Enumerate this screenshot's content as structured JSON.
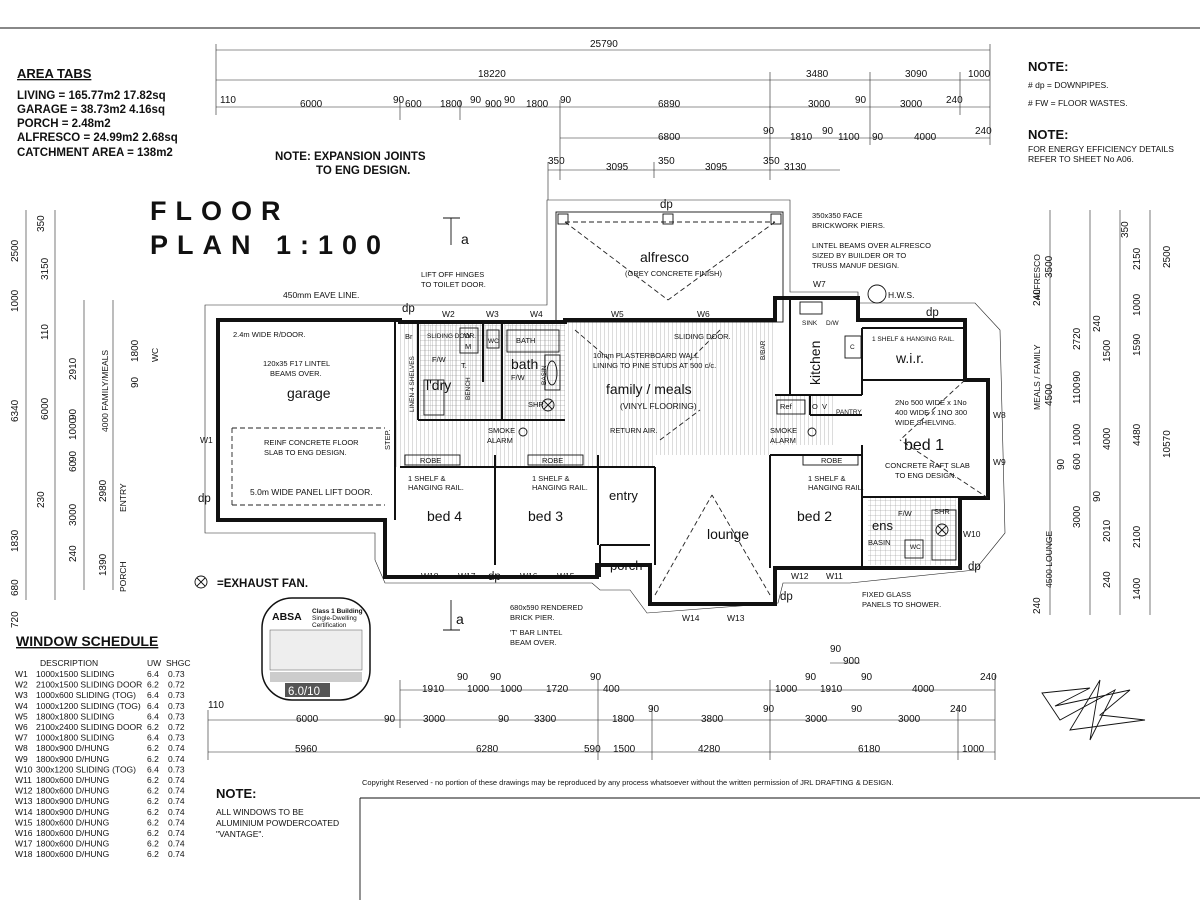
{
  "title": {
    "line1": "FLOOR",
    "line2": "PLAN 1:100"
  },
  "area_tabs": {
    "heading": "AREA TABS",
    "rows": [
      "LIVING = 165.77m2  17.82sq",
      "GARAGE = 38.73m2  4.16sq",
      "PORCH = 2.48m2",
      "ALFRESCO = 24.99m2  2.68sq",
      "CATCHMENT AREA = 138m2"
    ]
  },
  "notes": {
    "expansion": [
      "NOTE: EXPANSION JOINTS",
      "TO ENG DESIGN."
    ],
    "top_right_heading": "NOTE:",
    "downpipes": "# dp = DOWNPIPES.",
    "floor_wastes": "# FW = FLOOR WASTES.",
    "energy_heading": "NOTE:",
    "energy": [
      "FOR ENERGY EFFICIENCY DETAILS",
      "REFER TO SHEET No A06."
    ],
    "windows_heading": "NOTE:",
    "windows": [
      "ALL WINDOWS TO BE",
      "ALUMINIUM POWDERCOATED",
      "\"VANTAGE\"."
    ],
    "copyright": "Copyright Reserved - no portion of these drawings may be reproduced by any process whatsoever without the written permission of JRL  DRAFTING & DESIGN."
  },
  "legend": {
    "exhaust_fan": "=EXHAUST FAN."
  },
  "window_schedule": {
    "heading": "WINDOW SCHEDULE",
    "headers": [
      "DESCRIPTION",
      "UW",
      "SHGC"
    ],
    "rows": [
      [
        "W1",
        "1000x1500 SLIDING",
        "6.4",
        "0.73"
      ],
      [
        "W2",
        "2100x1500 SLIDING DOOR",
        "6.2",
        "0.72"
      ],
      [
        "W3",
        "1000x600  SLIDING (TOG)",
        "6.4",
        "0.73"
      ],
      [
        "W4",
        "1000x1200 SLIDING (TOG)",
        "6.4",
        "0.73"
      ],
      [
        "W5",
        "1800x1800 SLIDING",
        "6.4",
        "0.73"
      ],
      [
        "W6",
        "2100x2400 SLIDING DOOR",
        "6.2",
        "0.72"
      ],
      [
        "W7",
        "1000x1800 SLIDING",
        "6.4",
        "0.73"
      ],
      [
        "W8",
        "1800x900  D/HUNG",
        "6.2",
        "0.74"
      ],
      [
        "W9",
        "1800x900  D/HUNG",
        "6.2",
        "0.74"
      ],
      [
        "W10",
        "300x1200  SLIDING (TOG)",
        "6.4",
        "0.73"
      ],
      [
        "W11",
        "1800x600  D/HUNG",
        "6.2",
        "0.74"
      ],
      [
        "W12",
        "1800x600  D/HUNG",
        "6.2",
        "0.74"
      ],
      [
        "W13",
        "1800x900  D/HUNG",
        "6.2",
        "0.74"
      ],
      [
        "W14",
        "1800x900  D/HUNG",
        "6.2",
        "0.74"
      ],
      [
        "W15",
        "1800x600  D/HUNG",
        "6.2",
        "0.74"
      ],
      [
        "W16",
        "1800x600  D/HUNG",
        "6.2",
        "0.74"
      ],
      [
        "W17",
        "1800x600  D/HUNG",
        "6.2",
        "0.74"
      ],
      [
        "W18",
        "1800x600  D/HUNG",
        "6.2",
        "0.74"
      ]
    ]
  },
  "dims_top": {
    "overall": "25790",
    "row2": [
      "18220",
      "3480",
      "3090",
      "1000"
    ],
    "row3": [
      "110",
      "6000",
      "90",
      "600",
      "1800",
      "90",
      "900",
      "90",
      "1800",
      "90",
      "6890",
      "3000",
      "90",
      "3000",
      "240"
    ],
    "row4": [
      "6800",
      "90",
      "1810",
      "90",
      "1100",
      "90",
      "4000",
      "240"
    ],
    "row5": [
      "350",
      "3095",
      "350",
      "3095",
      "350",
      "3130"
    ]
  },
  "dims_bottom": {
    "row1": [
      "90",
      "900"
    ],
    "row2": [
      "1910",
      "90",
      "1000",
      "90",
      "1000",
      "1720",
      "90",
      "400",
      "1000",
      "90",
      "1910",
      "90",
      "4000",
      "240"
    ],
    "row3": [
      "110",
      "6000",
      "90",
      "3000",
      "90",
      "3300",
      "1800",
      "90",
      "3800",
      "90",
      "3000",
      "90",
      "3000",
      "240"
    ],
    "row4": [
      "5960",
      "6280",
      "590",
      "1500",
      "4280",
      "6180",
      "1000"
    ]
  },
  "dims_left": [
    "350",
    "2500",
    "3150",
    "1000",
    "110",
    "6340",
    "2910",
    "6000",
    "90",
    "1000",
    "90",
    "60",
    "230",
    "3000",
    "2980",
    "1830",
    "240",
    "1390",
    "720",
    "680",
    "1800",
    "90",
    "4000 FAMILY/MEALS",
    "WC",
    "ENTRY",
    "PORCH"
  ],
  "dims_right": [
    "350",
    "2500",
    "3500",
    "ALFRESCO",
    "2150",
    "1000",
    "240",
    "2720",
    "240",
    "1500",
    "1590",
    "MEALS / FAMILY",
    "4500",
    "90",
    "1100",
    "4000",
    "4480",
    "10570",
    "600",
    "1000",
    "90",
    "90",
    "3000",
    "2010",
    "2100",
    "4500 LOUNGE",
    "240",
    "1400",
    "240"
  ],
  "rooms": {
    "garage": "garage",
    "laundry": "l'dry",
    "bath": "bath",
    "family": "family / meals",
    "family_floor": "(VINYL FLOORING)",
    "kitchen": "kitchen",
    "wir": "w.i.r.",
    "bed1": "bed 1",
    "bed2": "bed 2",
    "bed3": "bed 3",
    "bed4": "bed 4",
    "entry": "entry",
    "lounge": "lounge",
    "porch": "porch",
    "ens": "ens",
    "alfresco": "alfresco",
    "alfresco_finish": "(GREY CONCRETE FINISH)"
  },
  "labels": {
    "eave": "450mm EAVE LINE.",
    "rdoor": "2.4m WIDE R/DOOR.",
    "lintel": [
      "120x35 F17 LINTEL",
      "BEAMS OVER."
    ],
    "slab": [
      "REINF CONCRETE FLOOR",
      "SLAB TO ENG DESIGN."
    ],
    "panel_lift": "5.0m WIDE PANEL LIFT DOOR.",
    "step": "STEP.",
    "br": "Br",
    "linen": "LINEN 4 SHELVES",
    "sliding_door": "SLIDING DOOR.",
    "fw": "F/W",
    "w": "W",
    "m": "M",
    "t": "T.",
    "bench": "BENCH",
    "wc": "WC",
    "shr": "SHR",
    "basin": "BASIN",
    "bath_tag": "BATH",
    "liftoff": [
      "LIFT OFF HINGES",
      "TO TOILET DOOR."
    ],
    "plasterboard": [
      "10mm PLASTERBOARD WALL",
      "LINING TO PINE STUDS AT 500 c/c."
    ],
    "sliding_door2": "SLIDING DOOR.",
    "bbar": "B/BAR",
    "sink": "SINK",
    "dw": "D/W",
    "ct": "C",
    "ref": "Ref",
    "o": "O",
    "v": "V",
    "pantry": "PANTRY",
    "hws": "H.W.S.",
    "shelf_wir": "1 SHELF & HANGING RAIL.",
    "shelving": [
      "2No 500 WIDE x 1No",
      "400 WIDE x 1NO 300",
      "WIDE SHELVING."
    ],
    "raft": [
      "CONCRETE RAFT SLAB",
      "TO ENG DESIGN."
    ],
    "smoke1": [
      "SMOKE",
      "ALARM"
    ],
    "smoke2": [
      "SMOKE",
      "ALARM"
    ],
    "return_air": "RETURN AIR.",
    "robe": "ROBE",
    "shelf_rail": [
      "1 SHELF &",
      "HANGING RAIL."
    ],
    "piers": [
      "350x350 FACE",
      "BRICKWORK PIERS."
    ],
    "lintel_alfresco": [
      "LINTEL BEAMS OVER ALFRESCO",
      "SIZED BY BUILDER OR TO",
      "TRUSS MANUF DESIGN."
    ],
    "brick_pier": [
      "680x590 RENDERED",
      "BRICK PIER."
    ],
    "t_bar": [
      "'T' BAR LINTEL",
      "BEAM OVER."
    ],
    "fixed_glass": [
      "FIXED GLASS",
      "PANELS TO SHOWER."
    ],
    "dp": "dp",
    "section_a": "a"
  },
  "windows": [
    "W1",
    "W2",
    "W3",
    "W4",
    "W5",
    "W6",
    "W7",
    "W8",
    "W9",
    "W10",
    "W11",
    "W12",
    "W13",
    "W14",
    "W15",
    "W16",
    "W17",
    "W18"
  ],
  "certificate": {
    "brand": "ABSA",
    "heading": [
      "Class 1 Building",
      "Single-Dwelling",
      "Certification"
    ],
    "rating": "6.0/10"
  }
}
